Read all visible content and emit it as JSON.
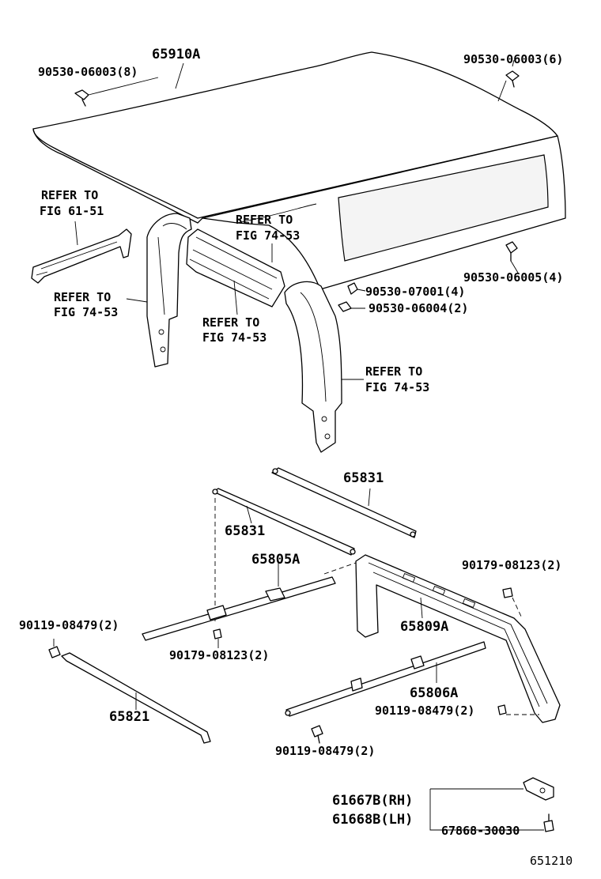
{
  "labels": {
    "hardtop": "65910A",
    "clip_left": "90530-06003(8)",
    "clip_right": "90530-06003(6)",
    "clip_06005": "90530-06005(4)",
    "clip_07001": "90530-07001(4)",
    "clip_06004": "90530-06004(2)",
    "refer_1a": "REFER TO",
    "refer_1b": "FIG 61-51",
    "refer_2a": "REFER TO",
    "refer_2b": "FIG 74-53",
    "refer_3a": "REFER TO",
    "refer_3b": "FIG 74-53",
    "refer_4a": "REFER TO",
    "refer_4b": "FIG 74-53",
    "refer_5a": "REFER TO",
    "refer_5b": "FIG 74-53",
    "rod_upper": "65831",
    "rod_lower": "65831",
    "bar_805": "65805A",
    "frame_809": "65809A",
    "bar_806": "65806A",
    "rod_821": "65821",
    "bolt_08123_right": "90179-08123(2)",
    "bolt_08123_center": "90179-08123(2)",
    "bolt_08479_left": "90119-08479(2)",
    "bolt_08479_right": "90119-08479(2)",
    "bolt_08479_bottom": "90119-08479(2)",
    "bracket_rh": "61667B(RH)",
    "bracket_lh": "61668B(LH)",
    "screw": "67868-30030",
    "figure_code": "651210"
  }
}
